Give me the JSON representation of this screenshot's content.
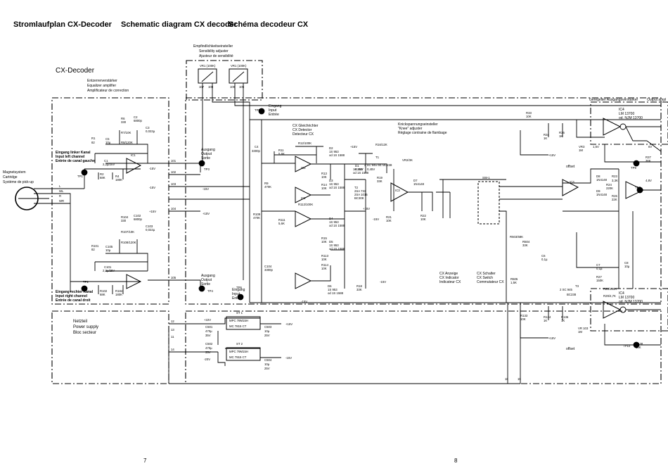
{
  "header": {
    "title_de": "Stromlaufplan CX-Decoder",
    "title_en": "Schematic diagram CX decoder",
    "title_fr": "Schéma decodeur CX"
  },
  "page_numbers": {
    "left": "7",
    "right": "8"
  },
  "blocks": {
    "decoder_title": "CX-Decoder",
    "equalizer": [
      "Entzerrerverstärker",
      "Equalizer amplifier",
      "Amplificateur de correction"
    ],
    "sensitivity": [
      "Empfindlichkeitseinsteller",
      "Sensibility adjuster",
      "Ajusteur de sensibilité"
    ],
    "power_supply": [
      "Netzteil",
      "Power supply",
      "Bloc secteur"
    ],
    "cartridge": [
      "Magnetsystem",
      "Cartridge",
      "Système de pick-up"
    ],
    "input_left": [
      "Eingang linker Kanal",
      "Input left channel",
      "Entrée de canal gauche"
    ],
    "input_right": [
      "Eingang rechter Kanal",
      "Input right channel",
      "Entrée de canal droit"
    ],
    "output": [
      "Ausgang",
      "Output",
      "Sortie"
    ],
    "input": [
      "Eingang",
      "Input",
      "Entrée"
    ],
    "detector": [
      "CX Gleichrichter",
      "CX Detector",
      "Detecteur CX"
    ],
    "knee": [
      "Knickspannungseinsteller",
      "\"Knee\" adjuster",
      "Réglage contraine de flambage"
    ],
    "cx_indicator": [
      "CX Anzeige",
      "CX Indicator",
      "Indicateur CX"
    ],
    "cx_switch": [
      "CX Schalter",
      "CX Switch",
      "Commutateur CX"
    ],
    "controlled_amp": [
      "Geregelter Ausgangsverstärker",
      "Output ampl"
    ],
    "ic4": [
      "IC4",
      "LM 13700",
      "od. NJM 13700"
    ],
    "offset": "offset"
  },
  "components": {
    "vr1a": "VR1 (100K)",
    "vr1b": "VR1 (100K)",
    "r6": "R6",
    "r6v": "330",
    "c2": "C2",
    "c2v": "6800p",
    "c3": "C3",
    "c3v": "0,022µ",
    "r7": "R7/10K",
    "r8": "R8/120K",
    "r1": "R1",
    "r1v": "82",
    "c5": "C5",
    "c5v": "10µ",
    "c1": "C1",
    "c1v": "2,2µ/25V",
    "r2": "R2",
    "r2v": "68K",
    "r4": "R4",
    "r4v": "180K",
    "ic1": "IC1",
    "tp1": "TP1",
    "tp2": "TP2",
    "tp3": "TP3",
    "tp4": "TP4",
    "tp5": "TP5",
    "tp6": "TP6",
    "tp7": "TP7",
    "tp9": "TP9",
    "tp10": "TP10",
    "r104": "R104",
    "r104v": "330",
    "c102": "C102",
    "c102v": "6800p",
    "c103": "C103",
    "c103v": "0,022µ",
    "r107": "R107/10K",
    "r108": "R108/120K",
    "r101": "R101",
    "r101v": "82",
    "c105": "C105",
    "c105v": "10µ",
    "c101": "C101",
    "c101v": "2,2µ/25V",
    "r102": "R102",
    "r102v": "68K",
    "r184": "R184",
    "r184v": "180K",
    "c4": "C4",
    "c4v": "3300p",
    "r9": "R9",
    "r9v": "470K",
    "r109": "R109",
    "r109v": "470K",
    "c104": "C104",
    "c104v": "3300p",
    "r11": "R11",
    "r11v": "5,6K",
    "r12": "R12/100K",
    "r13": "R13",
    "r13v": "10K",
    "r14": "R14",
    "r14v": "10K",
    "r15": "R15",
    "r15v": "10K",
    "r111": "R111",
    "r111v": "5,6K",
    "r112": "R112/100K",
    "r113": "R113",
    "r113v": "10K",
    "r114": "R114",
    "r114v": "10K",
    "d2": "D2",
    "d2v": "1S 953",
    "d2b": "od 1S 1588",
    "d3": "D3",
    "d3v": "1S 953",
    "d3b": "od 1S 1588",
    "d4": "D4",
    "d4v": "1S 953",
    "d4b": "od 1S 1588",
    "d5": "D5",
    "d5v": "1S 953",
    "d5b": "od 1S 1588",
    "d6": "D6",
    "d6v": "1S 953",
    "d6b": "od 1S 1588",
    "d1": "D1",
    "d1v": "1S 953",
    "d1b": "od 1S 1588",
    "t1": "T1",
    "t1v": "2 SC 945 od. BC238",
    "t2": "T2",
    "t2v": "2SA 733",
    "t2b": "2SA 1015",
    "t2c": "BC308",
    "r16": "R16/12K",
    "vr2": "VR2/3K",
    "r18": "R18",
    "r18v": "33K",
    "r19": "R19",
    "r19v": "33K",
    "r21": "R21",
    "r21v": "10K",
    "ic2": "IC2",
    "ic3": "IC3",
    "d7": "D7",
    "d7v": "1N4148",
    "r22": "R22",
    "r22v": "10K",
    "sw1": "SW-1",
    "r33": "R33",
    "r33v": "10K",
    "r34": "R34",
    "r34v": "1K",
    "r36": "R36",
    "r36v": "1K",
    "vr3": "VR3",
    "vr3v": "1M",
    "d8": "D8",
    "d8v": "1N4148",
    "d9": "D9",
    "d9v": "1N4148",
    "r23": "R23",
    "r23v": "3,3K",
    "r24": "R24",
    "r24v": "220K",
    "r26": "R26",
    "r26v": "22K",
    "r27": "R27",
    "r27v": "150K",
    "c6": "C6",
    "c6v": "0,1µ",
    "c7": "C7",
    "c7v": "0,1µ",
    "c8": "C8",
    "c8v": "10µ",
    "r28": "R28/150K",
    "r29": "R29/4,7K",
    "t3": "T3",
    "t3v": "2 SC 945",
    "t3b": "BC238",
    "r503": "R503/68K",
    "r504": "R504",
    "r504v": "33K",
    "r505": "R505",
    "r505v": "1,5K",
    "r133": "R133",
    "r133v": "10K",
    "r134": "R134",
    "r134v": "1K",
    "r136": "R136",
    "r136v": "1K",
    "vr103": "VR 103",
    "vr103v": "1M",
    "r138": "R138",
    "r138v": "36K",
    "r37": "R37",
    "r37v": "36K",
    "st1": "ST 1",
    "st1v": "MPC 78M15H",
    "st1b": "MC 7815 CT",
    "st2": "ST 2",
    "st2v": "MPC 79M15H",
    "st2b": "MC 7915 CT",
    "c501": "C501",
    "c501v": "470µ",
    "c501b": "35V",
    "c502": "C502",
    "c502v": "470µ",
    "c502b": "35V",
    "c503": "C503",
    "c503v": "10µ",
    "c503b": "25V",
    "c504": "C504",
    "c504v": "10µ",
    "c504b": "25V",
    "v22": "+22V",
    "v20": "-20V",
    "v15p": "+15V",
    "v15n": "-15V",
    "tag045": "0,45V",
    "tag019": "-0,19V",
    "tag15": "1,5V",
    "tag48": "4,8V",
    "tag6v": "6V",
    "w_l": "L",
    "w_wl": "WL",
    "w_r": "R",
    "w_wr": "WR",
    "p107": "107",
    "p108": "108",
    "p106": "106",
    "p105": "105",
    "p101": "101",
    "p102": "102",
    "p103": "103",
    "p104": "104",
    "p105b": "105",
    "p12": "12",
    "p13": "13",
    "p11": "11",
    "p14": "14",
    "p16": "16",
    "p15": "15"
  }
}
